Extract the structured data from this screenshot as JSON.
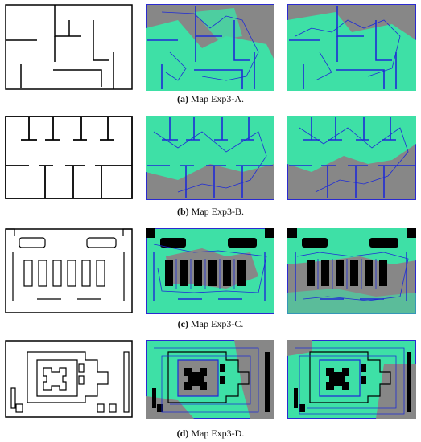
{
  "figure": {
    "rows": [
      {
        "label": "(a)",
        "text": "Map Exp3-A."
      },
      {
        "label": "(b)",
        "text": "Map Exp3-B."
      },
      {
        "label": "(c)",
        "text": "Map Exp3-C."
      },
      {
        "label": "(d)",
        "text": "Map Exp3-D."
      }
    ]
  },
  "colors": {
    "wall": "#000000",
    "explored": "#3ee0a6",
    "unexplored": "#878787",
    "path": "#1e2bd6",
    "border": "#2a2ad0"
  }
}
